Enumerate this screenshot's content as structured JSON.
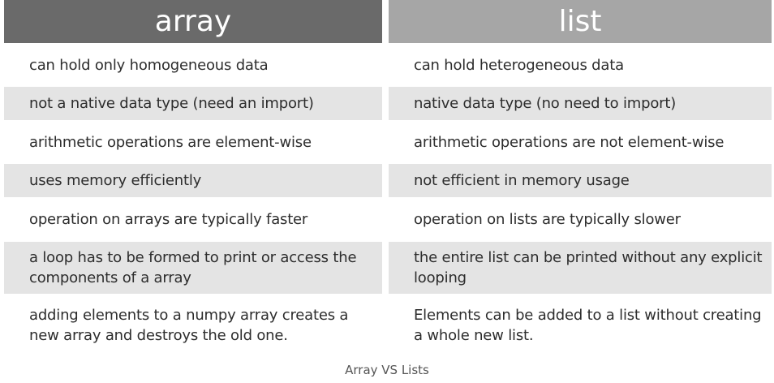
{
  "table": {
    "headers": {
      "left": "array",
      "right": "list"
    },
    "rows": [
      {
        "left": "can hold only homogeneous data",
        "right": "can hold heterogeneous data"
      },
      {
        "left": "not a native data type (need an import)",
        "right": "native data type (no need to import)"
      },
      {
        "left": "arithmetic operations are element-wise",
        "right": "arithmetic operations are not element-wise"
      },
      {
        "left": "uses memory efficiently",
        "right": "not efficient in memory usage"
      },
      {
        "left": "operation on arrays are typically faster",
        "right": "operation on lists are typically slower"
      },
      {
        "left": "a loop has to be formed to print or access the components of a array",
        "right": "the entire list can be printed without any explicit looping"
      },
      {
        "left": "adding elements to a numpy array creates a new array and destroys the old one.",
        "right": "Elements can be added to a list without creating a whole new list."
      }
    ]
  },
  "caption": "Array VS Lists",
  "colors": {
    "left_header_bg": "#6a6a6a",
    "right_header_bg": "#a6a6a6",
    "shaded_row_bg": "#e4e4e4",
    "text": "#2d2d2d"
  }
}
